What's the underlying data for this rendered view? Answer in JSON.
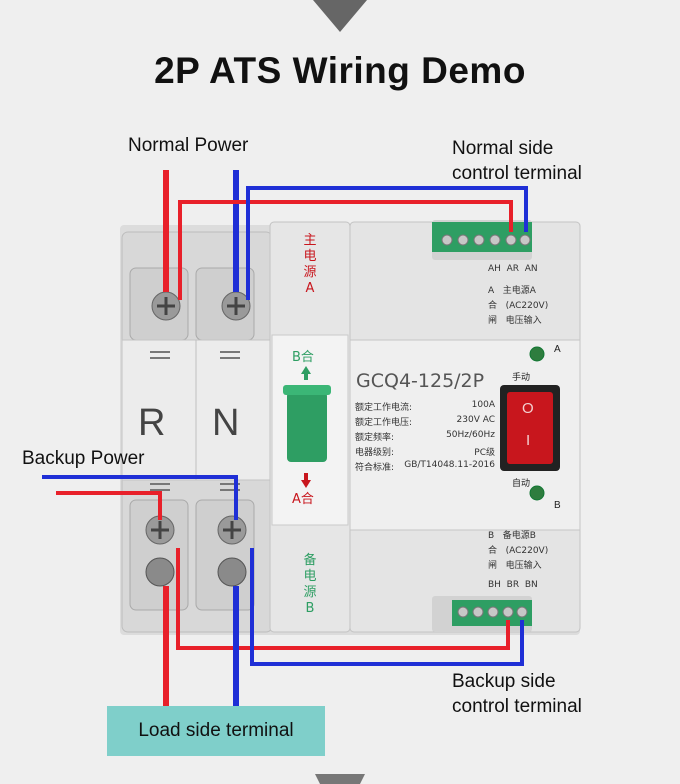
{
  "title": "2P ATS Wiring Demo",
  "labels": {
    "normal_power": "Normal Power",
    "normal_side_line1": "Normal side",
    "normal_side_line2": "control terminal",
    "backup_power": "Backup Power",
    "backup_side_line1": "Backup side",
    "backup_side_line2": "control terminal",
    "load_side": "Load side terminal"
  },
  "device": {
    "pole_r": "R",
    "pole_n": "N",
    "main_source_top": "主",
    "main_source_mid": "电",
    "main_source_bot": "源",
    "main_source_letter": "A",
    "backup_source_top": "备",
    "backup_source_mid": "电",
    "backup_source_bot": "源",
    "backup_source_letter": "B",
    "b_close": "B合",
    "a_close": "A合",
    "model": "GCQ4-125/2P",
    "manual": "手动",
    "auto": "自动",
    "indicator_a": "A",
    "indicator_b": "B",
    "switch_on": "O",
    "switch_off": "I",
    "specs": [
      {
        "name": "额定工作电流:",
        "value": "100A"
      },
      {
        "name": "额定工作电压:",
        "value": "230V AC"
      },
      {
        "name": "额定频率:",
        "value": "50Hz/60Hz"
      },
      {
        "name": "电器级别:",
        "value": "PC级"
      },
      {
        "name": "符合标准:",
        "value": "GB/T14048.11-2016"
      }
    ],
    "top_terms": "AH  AR  AN",
    "top_info_1": "A   主电源A",
    "top_info_2": "合   (AC220V)",
    "top_info_3": "闸   电压输入",
    "bottom_info_1": "B   备电源B",
    "bottom_info_2": "合   (AC220V)",
    "bottom_info_3": "闸   电压输入",
    "bottom_terms": "BH  BR  BN"
  },
  "colors": {
    "red_wire": "#e8202a",
    "blue_wire": "#1f2fd6",
    "load_box": "#7fcfca",
    "terminal_green": "#2e9e63",
    "switch_red": "#c8161d"
  }
}
